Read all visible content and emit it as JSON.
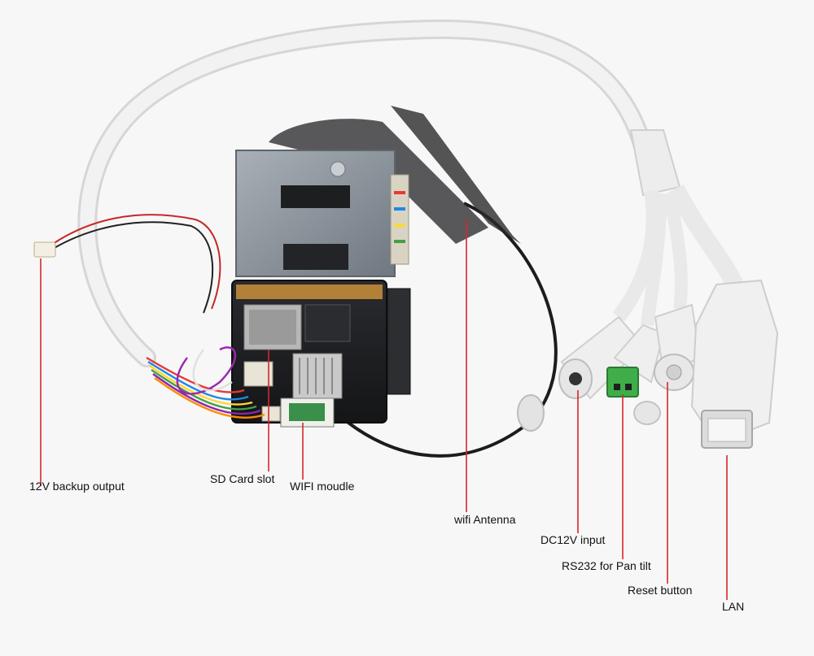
{
  "colors": {
    "background": "#f7f7f7",
    "cable": "#ececec",
    "leader_line": "#d8262b",
    "pcb": "#1f1f22",
    "metal": "#8c949c",
    "connector_green": "#3fae49"
  },
  "labels": {
    "backup_output": "12V backup output",
    "sd_card_slot": "SD Card slot",
    "wifi_module": "WIFI moudle",
    "wifi_antenna": "wifi Antenna",
    "dc_input": "DC12V input",
    "rs232": "RS232 for Pan tilt",
    "reset_button": "Reset button",
    "lan": "LAN"
  }
}
